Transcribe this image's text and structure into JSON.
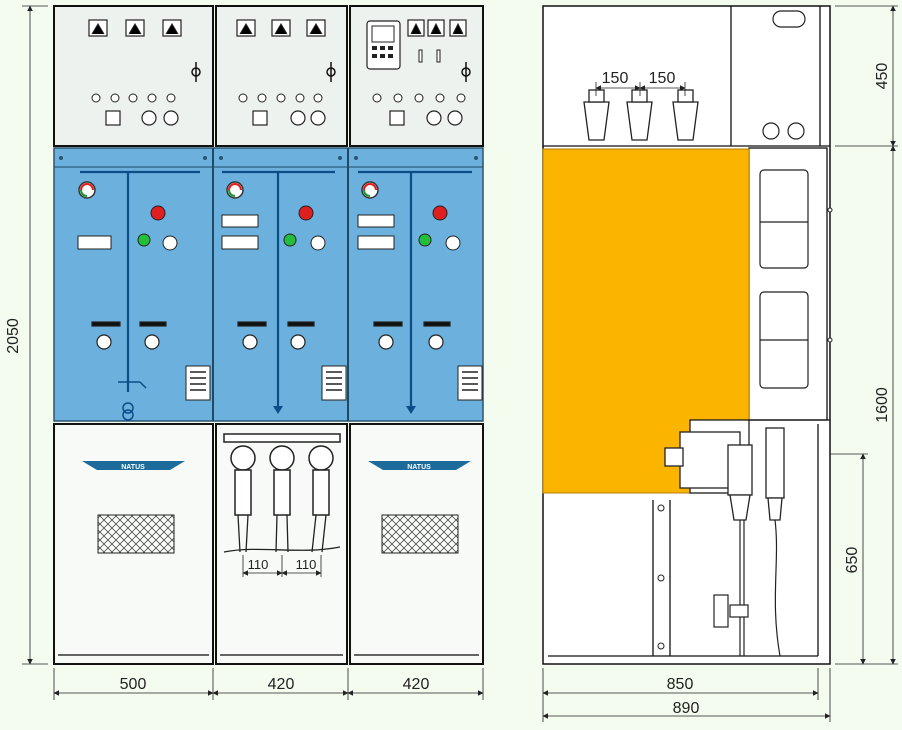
{
  "front_view": {
    "height_dim": "2050",
    "width_dims": [
      "500",
      "420",
      "420"
    ],
    "cable_spacing_dims": [
      "110",
      "110"
    ],
    "brand_label": "NATUS",
    "colors": {
      "relay_panel": "#eef2ee",
      "mimic_panel": "#6cb0dd",
      "cable_door": "#f7faf7",
      "badge": "#1d6b9a"
    }
  },
  "side_view": {
    "depth_dims": [
      "850",
      "890"
    ],
    "spacing_dims": [
      "150",
      "150"
    ],
    "height_dims": [
      "450",
      "1600",
      "650"
    ],
    "colors": {
      "gas_tank": "#fbb500",
      "frame": "#ffffff"
    }
  }
}
